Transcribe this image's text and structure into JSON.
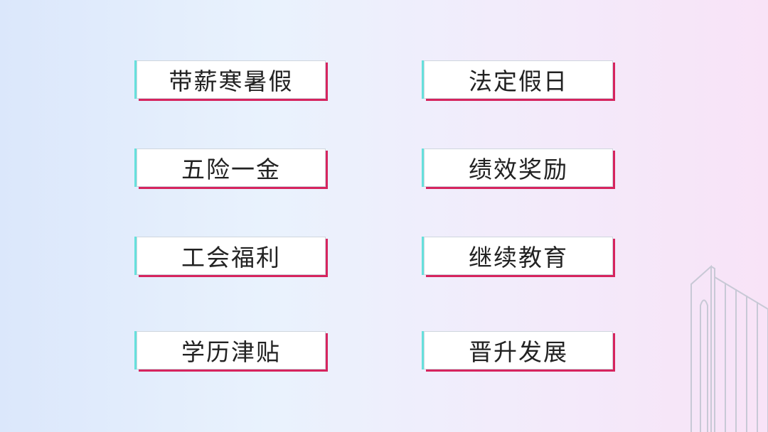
{
  "cards": [
    {
      "label": "带薪寒暑假"
    },
    {
      "label": "法定假日"
    },
    {
      "label": "五险一金"
    },
    {
      "label": "绩效奖励"
    },
    {
      "label": "工会福利"
    },
    {
      "label": "继续教育"
    },
    {
      "label": "学历津贴"
    },
    {
      "label": "晋升发展"
    }
  ],
  "colors": {
    "card_left_accent": "#66e0dc",
    "card_bottom_accent": "#d6245e",
    "text": "#222222"
  },
  "decoration": {
    "icon": "building-outline-icon"
  }
}
